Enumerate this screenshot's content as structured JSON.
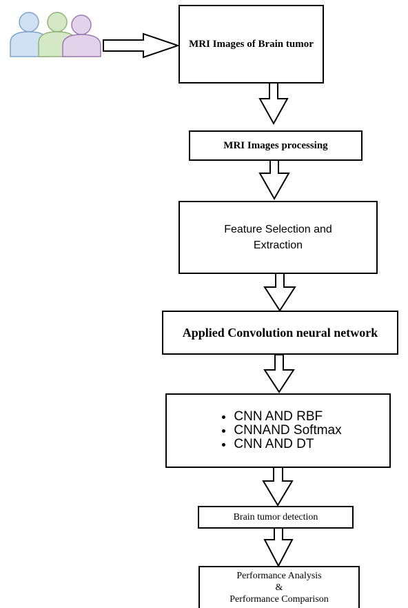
{
  "diagram": {
    "nodes": {
      "mri_images": "MRI Images of Brain tumor",
      "processing": "MRI Images processing",
      "feature": "Feature Selection and Extraction",
      "cnn": "Applied Convolution neural network",
      "methods": [
        "CNN AND RBF",
        "CNNAND Softmax",
        "CNN AND DT"
      ],
      "detection": "Brain tumor detection",
      "analysis_line1": "Performance Analysis",
      "analysis_line2": "&",
      "analysis_line3": "Performance Comparison"
    },
    "icons": {
      "users": "users-group-icon",
      "arrow": "hollow-arrow-icon"
    },
    "colors": {
      "user_blue": "#cfe0f3",
      "user_green": "#d5e8c6",
      "user_purple": "#e2d3ea",
      "stroke": "#000000"
    }
  }
}
